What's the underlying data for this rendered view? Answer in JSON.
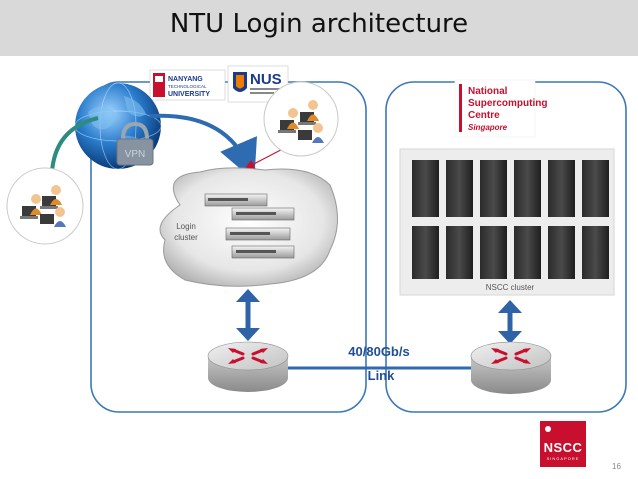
{
  "slide": {
    "title": "NTU Login architecture",
    "page_number": "16"
  },
  "logos": {
    "ntu_line1": "NANYANG",
    "ntu_line2": "TECHNOLOGICAL",
    "ntu_line3": "UNIVERSITY",
    "nus": "NUS",
    "nscc_mark": "NSCC",
    "nscc_sub": "SINGAPORE"
  },
  "nscc_org": {
    "line1": "National",
    "line2": "Supercomputing",
    "line3": "Centre",
    "line4": "Singapore"
  },
  "diagram": {
    "vpn_label": "VPN",
    "login_line1": "Login",
    "login_line2": "cluster",
    "nscc_cluster_label": "NSCC cluster",
    "link_line1": "40/80Gb/s",
    "link_line2": "Link"
  },
  "colors": {
    "container_stroke": "#3b78b5",
    "link_line": "#2e6bb0",
    "arrow_fill": "#2e63a8",
    "accent_red": "#c8102e",
    "nscc_org_text": "#c8102e"
  }
}
